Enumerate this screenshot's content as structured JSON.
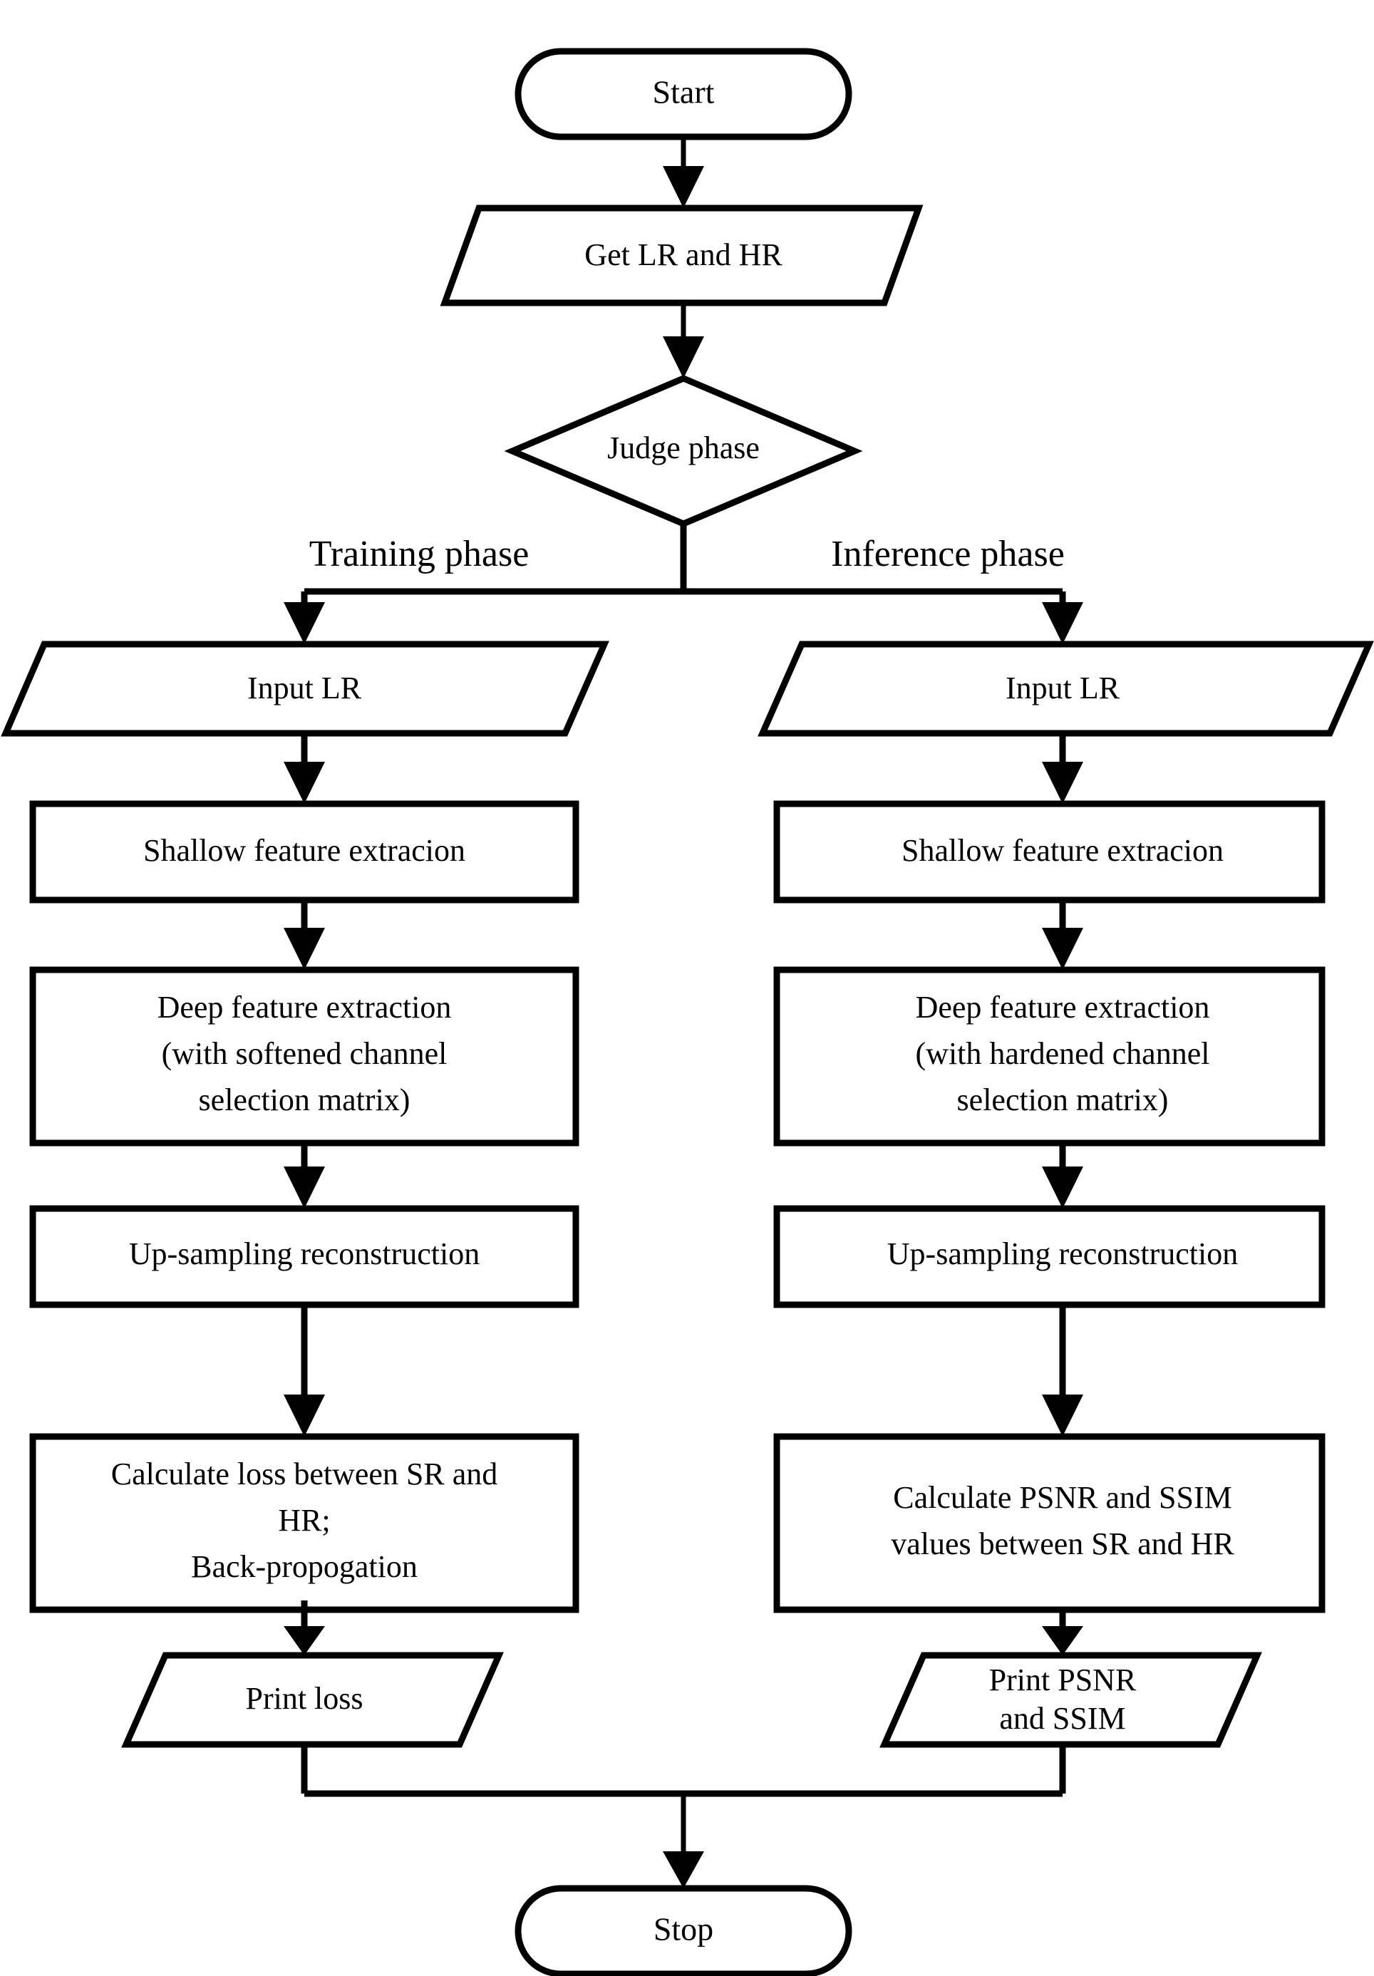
{
  "diagram": {
    "type": "flowchart",
    "title": "Training and inference phase flowchart",
    "orientation": "top-to-bottom",
    "background_color": "#ffffff",
    "line_color": "#000000",
    "fill_color": "#ffffff"
  },
  "nodes": {
    "start": {
      "label": "Start",
      "shape": "terminal"
    },
    "get_lr_hr": {
      "label": "Get LR and HR",
      "shape": "parallelogram"
    },
    "judge_phase": {
      "label": "Judge phase",
      "shape": "diamond"
    },
    "training": {
      "branch_label": "Training phase",
      "input_lr": {
        "label": "Input LR",
        "shape": "parallelogram"
      },
      "shallow": {
        "label": "Shallow feature extracion",
        "shape": "process"
      },
      "deep": {
        "line1": "Deep feature extraction",
        "line2": "(with softened channel",
        "line3": "selection matrix)",
        "shape": "process"
      },
      "upsample": {
        "label": "Up-sampling reconstruction",
        "shape": "process"
      },
      "calculate": {
        "line1": "Calculate loss between SR and",
        "line2": "HR;",
        "line3": "Back-propogation",
        "shape": "process"
      },
      "print": {
        "label": "Print loss",
        "shape": "parallelogram"
      }
    },
    "inference": {
      "branch_label": "Inference phase",
      "input_lr": {
        "label": "Input LR",
        "shape": "parallelogram"
      },
      "shallow": {
        "label": "Shallow feature extracion",
        "shape": "process"
      },
      "deep": {
        "line1": "Deep feature extraction",
        "line2": "(with hardened channel",
        "line3": "selection matrix)",
        "shape": "process"
      },
      "upsample": {
        "label": "Up-sampling reconstruction",
        "shape": "process"
      },
      "calculate": {
        "line1": "Calculate PSNR and SSIM",
        "line2": "values between SR and HR",
        "shape": "process"
      },
      "print": {
        "line1": "Print PSNR",
        "line2": "and SSIM",
        "shape": "parallelogram"
      }
    },
    "stop": {
      "label": "Stop",
      "shape": "terminal"
    }
  }
}
